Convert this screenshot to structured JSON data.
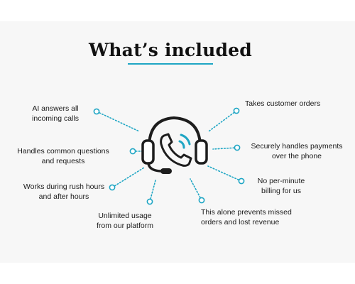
{
  "title": "What’s included",
  "accent_color": "#1fa6c4",
  "center_icon": "headset-phone-icon",
  "features": [
    {
      "id": "ai-answers",
      "lines": [
        "AI answers all",
        "incoming calls"
      ]
    },
    {
      "id": "common-questions",
      "lines": [
        "Handles common questions",
        "and requests"
      ]
    },
    {
      "id": "rush-hours",
      "lines": [
        "Works during rush hours",
        "and after hours"
      ]
    },
    {
      "id": "unlimited-usage",
      "lines": [
        "Unlimited usage",
        "from our platform"
      ]
    },
    {
      "id": "customer-orders",
      "lines": [
        "Takes customer orders"
      ]
    },
    {
      "id": "secure-payments",
      "lines": [
        "Securely handles payments",
        "over the phone"
      ]
    },
    {
      "id": "no-per-minute",
      "lines": [
        "No per-minute",
        "billing for us"
      ]
    },
    {
      "id": "prevents-missed",
      "lines": [
        "This alone prevents missed",
        "orders and lost revenue"
      ]
    }
  ]
}
